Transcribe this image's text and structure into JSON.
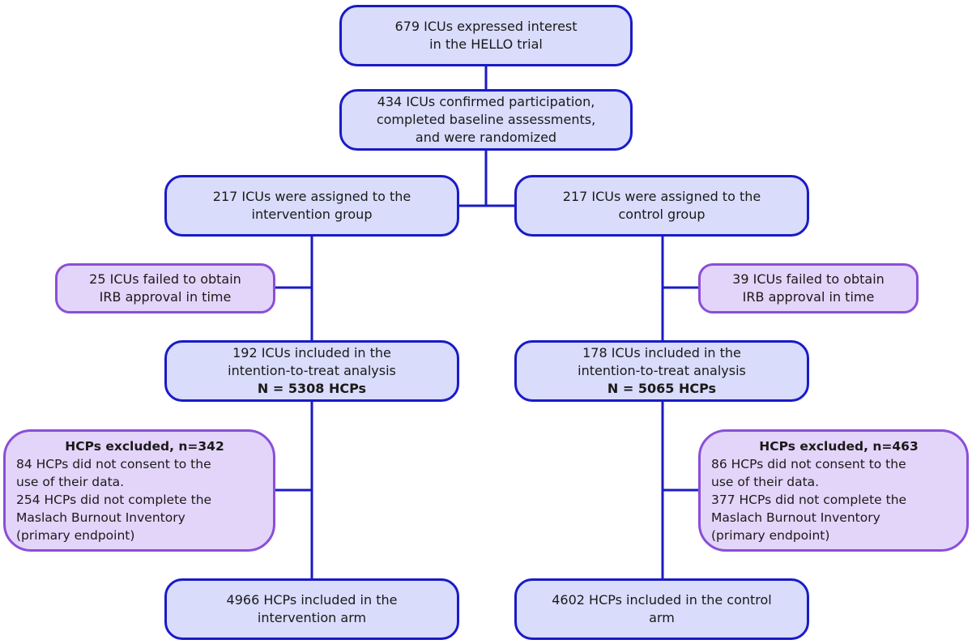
{
  "diagram": {
    "top": {
      "lines": [
        "679 ICUs expressed interest",
        "in the HELLO trial"
      ]
    },
    "randomized": {
      "lines": [
        "434 ICUs confirmed participation,",
        "completed baseline assessments,",
        "and were randomized"
      ]
    },
    "intervention": {
      "assigned": {
        "lines": [
          "217 ICUs were assigned to the",
          "intervention group"
        ]
      },
      "irb_failed": {
        "lines": [
          "25 ICUs failed to obtain",
          "IRB approval in time"
        ]
      },
      "itt": {
        "lines": [
          "192 ICUs included in the",
          "intention-to-treat analysis"
        ],
        "n_label": "N = 5308 HCPs"
      },
      "excluded": {
        "title": "HCPs excluded, n=342",
        "lines": [
          "84 HCPs did not consent to the",
          "use of their data.",
          "254 HCPs did not complete the",
          "Maslach Burnout Inventory",
          "(primary endpoint)"
        ]
      },
      "final": {
        "lines": [
          "4966 HCPs included in the",
          "intervention arm"
        ]
      }
    },
    "control": {
      "assigned": {
        "lines": [
          "217 ICUs were assigned to the",
          "control group"
        ]
      },
      "irb_failed": {
        "lines": [
          "39 ICUs failed to obtain",
          "IRB approval in time"
        ]
      },
      "itt": {
        "lines": [
          "178 ICUs included in the",
          "intention-to-treat analysis"
        ],
        "n_label": "N = 5065 HCPs"
      },
      "excluded": {
        "title": "HCPs excluded, n=463",
        "lines": [
          "86 HCPs did not consent to the",
          "use of their data.",
          "377 HCPs did not complete the",
          "Maslach Burnout Inventory",
          "(primary endpoint)"
        ]
      },
      "final": {
        "lines": [
          "4602 HCPs included in the control",
          "arm"
        ]
      }
    }
  },
  "colors": {
    "main_fill": "#d9dcfa",
    "main_border": "#1a1ac8",
    "excl_fill": "#e3d5f9",
    "excl_border": "#8a4fd8",
    "connector": "#1a1ac8"
  }
}
